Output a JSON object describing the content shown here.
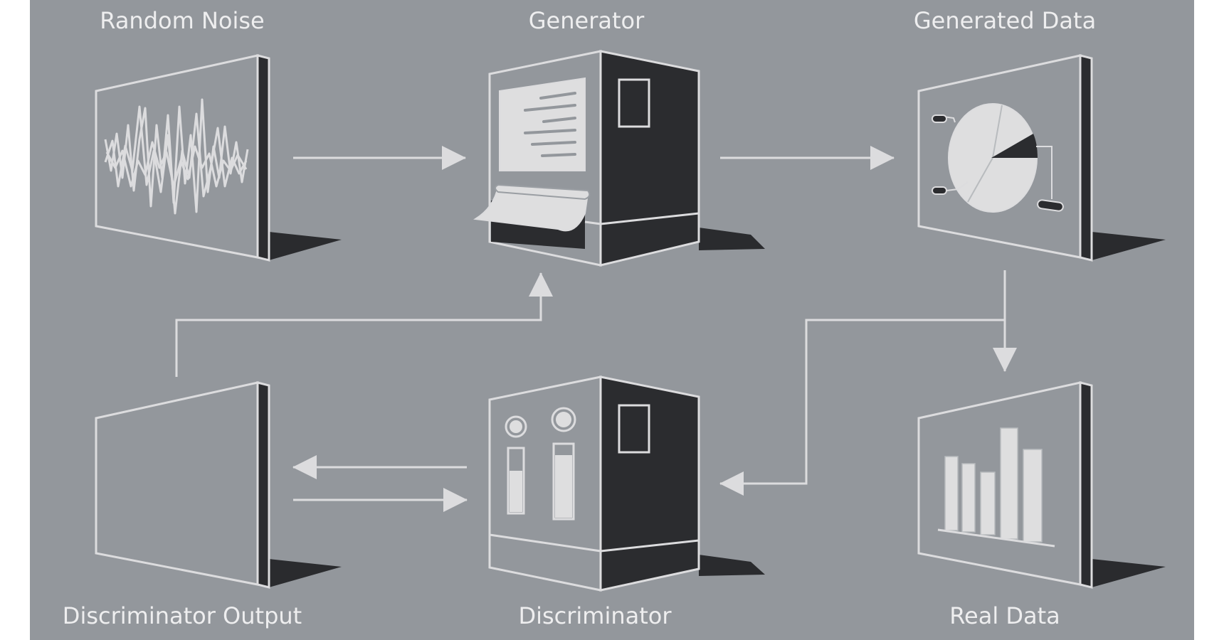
{
  "diagram": {
    "nodes": {
      "random_noise": {
        "label": "Random Noise",
        "icon": "waveform-panel-icon"
      },
      "generator": {
        "label": "Generator",
        "icon": "generator-machine-icon"
      },
      "generated_data": {
        "label": "Generated Data",
        "icon": "pie-chart-panel-icon"
      },
      "discriminator_output": {
        "label": "Discriminator Output",
        "icon": "blank-panel-icon"
      },
      "discriminator": {
        "label": "Discriminator",
        "icon": "discriminator-machine-icon"
      },
      "real_data": {
        "label": "Real Data",
        "icon": "bar-chart-panel-icon"
      }
    },
    "edges": [
      {
        "from": "Random Noise",
        "to": "Generator"
      },
      {
        "from": "Generator",
        "to": "Generated Data"
      },
      {
        "from": "Generated Data",
        "to": "Real Data"
      },
      {
        "from": "Generated Data",
        "to": "Discriminator"
      },
      {
        "from": "Discriminator",
        "to": "Discriminator Output"
      },
      {
        "from": "Discriminator Output",
        "to": "Discriminator"
      },
      {
        "from": "Discriminator Output",
        "to": "Generator"
      }
    ]
  },
  "colors": {
    "background": "#93979c",
    "outer": "#ffffff",
    "line": "#dcdcde",
    "panel_face": "#93979c",
    "dark": "#2b2c2f",
    "light_fill": "#dededf",
    "shadow": "#2a2b2e"
  }
}
